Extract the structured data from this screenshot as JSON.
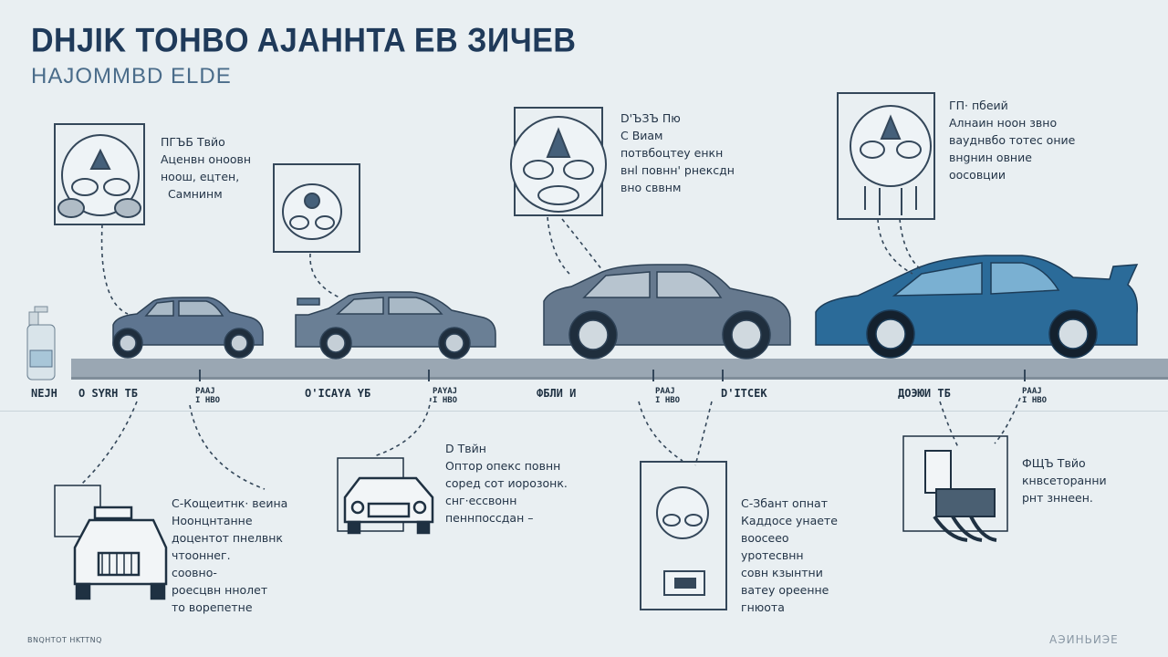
{
  "header": {
    "title": "DHJIK TOHBO AJAHHTA EB ЗИЧЕВ",
    "subtitle": "HAJOMMBD ELDE"
  },
  "colors": {
    "background": "#e9eff2",
    "car_gray": "#5e7590",
    "car_blue": "#2b6b99",
    "line": "#34475a",
    "road": "#9aa7b3"
  },
  "timeline": [
    {
      "label": "NEJH",
      "sub": ""
    },
    {
      "label": "O SYRH  TБ",
      "sub": ""
    },
    {
      "label": "",
      "sub": "PAAJ\nI HBO"
    },
    {
      "label": "O'ICAYA  YБ",
      "sub": ""
    },
    {
      "label": "",
      "sub": "PAYAJ\nI HBO"
    },
    {
      "label": "ФБЛИ  И",
      "sub": ""
    },
    {
      "label": "",
      "sub": "PAAJ\nI HBO"
    },
    {
      "label": "D'ITCEK",
      "sub": ""
    },
    {
      "label": "ДОЭЮИ  ТБ",
      "sub": ""
    },
    {
      "label": "",
      "sub": "PAAJ\nI HBO"
    }
  ],
  "notes_top": [
    {
      "text": "ПГЪБ Твйо\nАценвн оноовн\nноош, ецтен,\n  Самнинм"
    },
    {
      "text": "D'ЪЗЪ Пю\nС Виам\nпотвбоцтеу енкн\nвнl повнн' рнексдн\nвно сввнм"
    },
    {
      "text": "ГП· пбеий\nАлнаин ноон звно\nвауднвбо тотес оние\nвнgнин овние\nоосовции"
    }
  ],
  "notes_bottom": [
    {
      "text": "С-Кощеитнк· веина\nНоонцнтанне\nдоцентот пнелвнк\nчтооннег.\nсоовно-\nроесцвн ннолет\nто ворепетне"
    },
    {
      "text": "D Твйн\nОптор опекс повнн\nсоред сот иорозонк.\nснг·ессвонн\nпеннпоссдан –"
    },
    {
      "text": "С-Збант опнат\nКаддосе унаете\nвоосеео\nуротесвнн\nсовн кзынтни\nватеу ореенне\nгнюота"
    },
    {
      "text": "ФЩЪ Твйо\nкнвсеторанни\nрнт зннеен."
    }
  ],
  "footer": {
    "left": "BNQHTOT HKTTNQ",
    "right": "AЭИНЬИЭЕ"
  }
}
